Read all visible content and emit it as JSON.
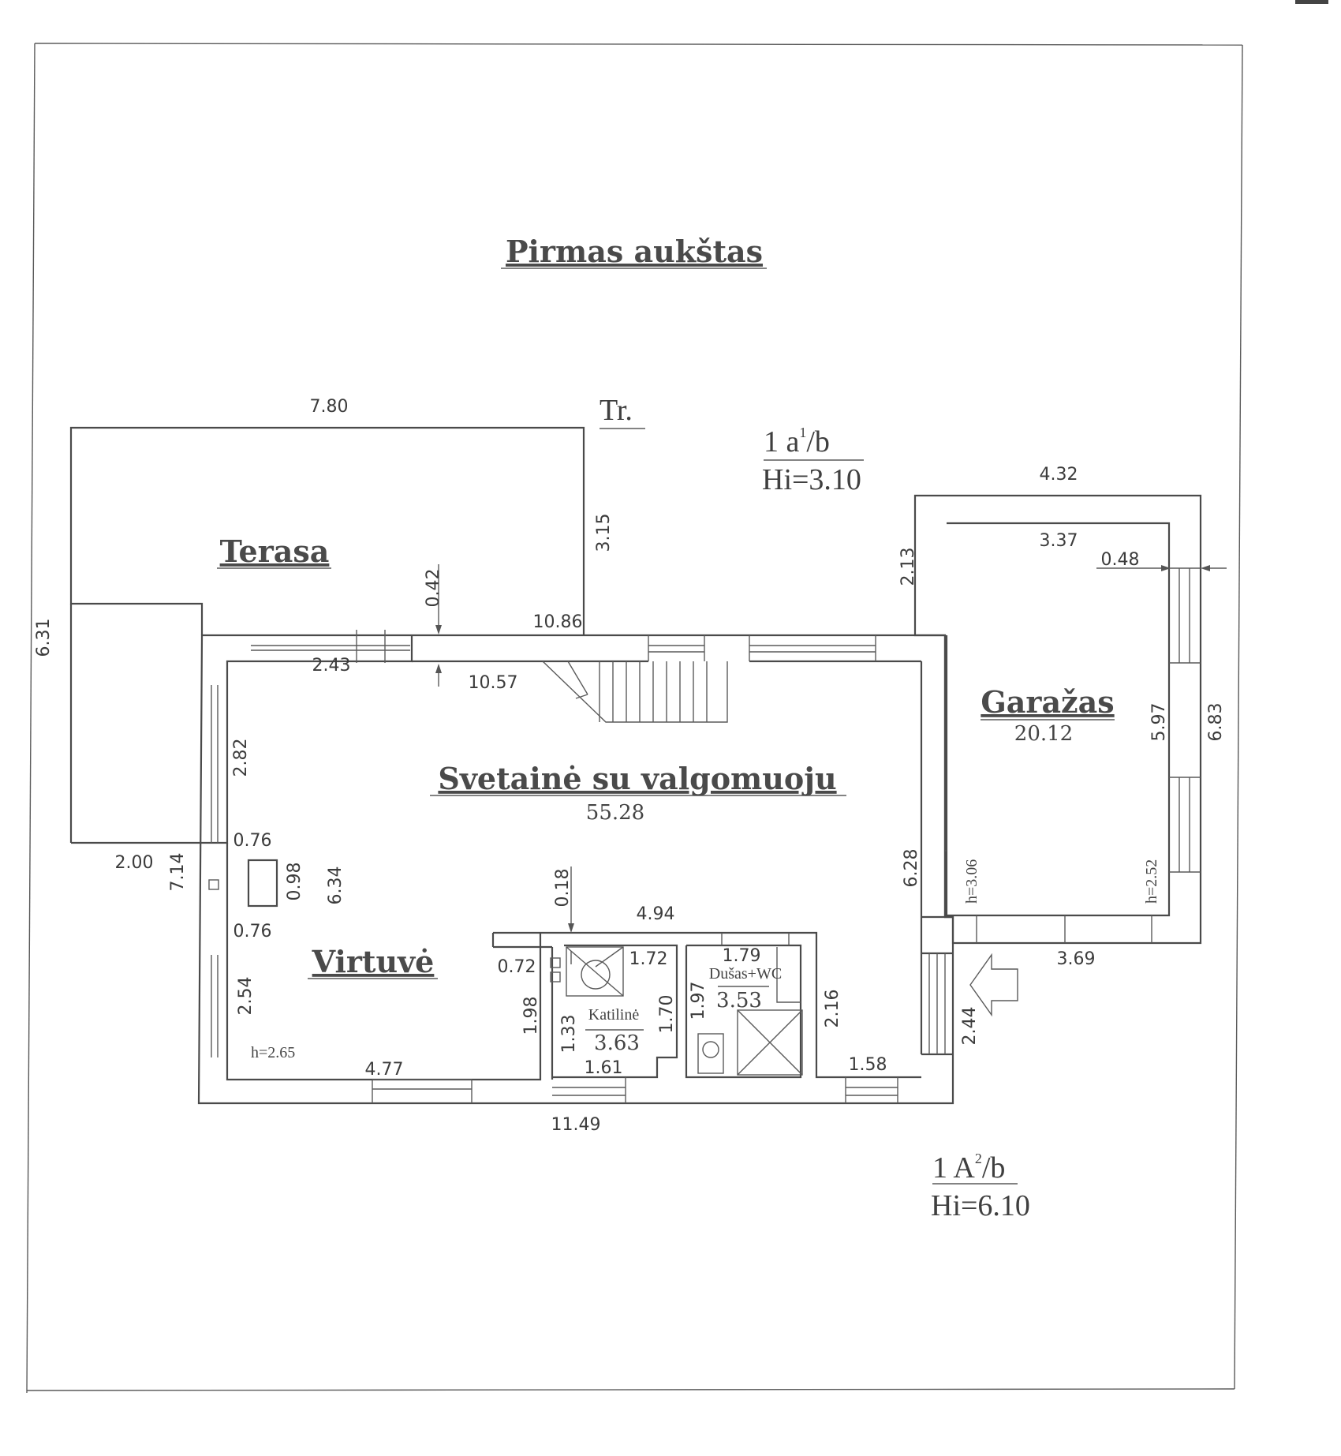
{
  "title": "Pirmas aukštas",
  "rooms": {
    "terasa": "Terasa",
    "svetaine": "Svetainė su valgomuoju",
    "svetaine_area": "55.28",
    "garazas": "Garažas",
    "garazas_area": "20.12",
    "virtuve": "Virtuvė",
    "katiline": "Katilinė",
    "katiline_area": "3.63",
    "dusas": "Dušas+WC",
    "dusas_area": "3.53"
  },
  "marks": {
    "tr": "Tr.",
    "top_code": "1 a",
    "top_sup": "1",
    "top_suffix": "/b",
    "top_hi": "Hi=3.10",
    "bottom_code": "1 A",
    "bottom_sup": "2",
    "bottom_suffix": "/b",
    "bottom_hi": "Hi=6.10",
    "h_265": "h=2.65",
    "h_306": "h=3.06",
    "h_252": "h=2.52"
  },
  "dimensions": {
    "d780": "7.80",
    "d315": "3.15",
    "d432": "4.32",
    "d337": "3.37",
    "d048": "0.48",
    "d213": "2.13",
    "d042": "0.42",
    "d1086": "10.86",
    "d631": "6.31",
    "d243": "2.43",
    "d1057": "10.57",
    "d282": "2.82",
    "d597": "5.97",
    "d683": "6.83",
    "d200": "2.00",
    "d714": "7.14",
    "d076a": "0.76",
    "d098": "0.98",
    "d634": "6.34",
    "d076b": "0.76",
    "d018": "0.18",
    "d494": "4.94",
    "d628": "6.28",
    "d072": "0.72",
    "d172": "1.72",
    "d179": "1.79",
    "d369": "3.69",
    "d254": "2.54",
    "d198": "1.98",
    "d133": "1.33",
    "d170": "1.70",
    "d197": "1.97",
    "d216": "2.16",
    "d244": "2.44",
    "d477": "4.77",
    "d161": "1.61",
    "d158": "1.58",
    "d1149": "11.49"
  }
}
